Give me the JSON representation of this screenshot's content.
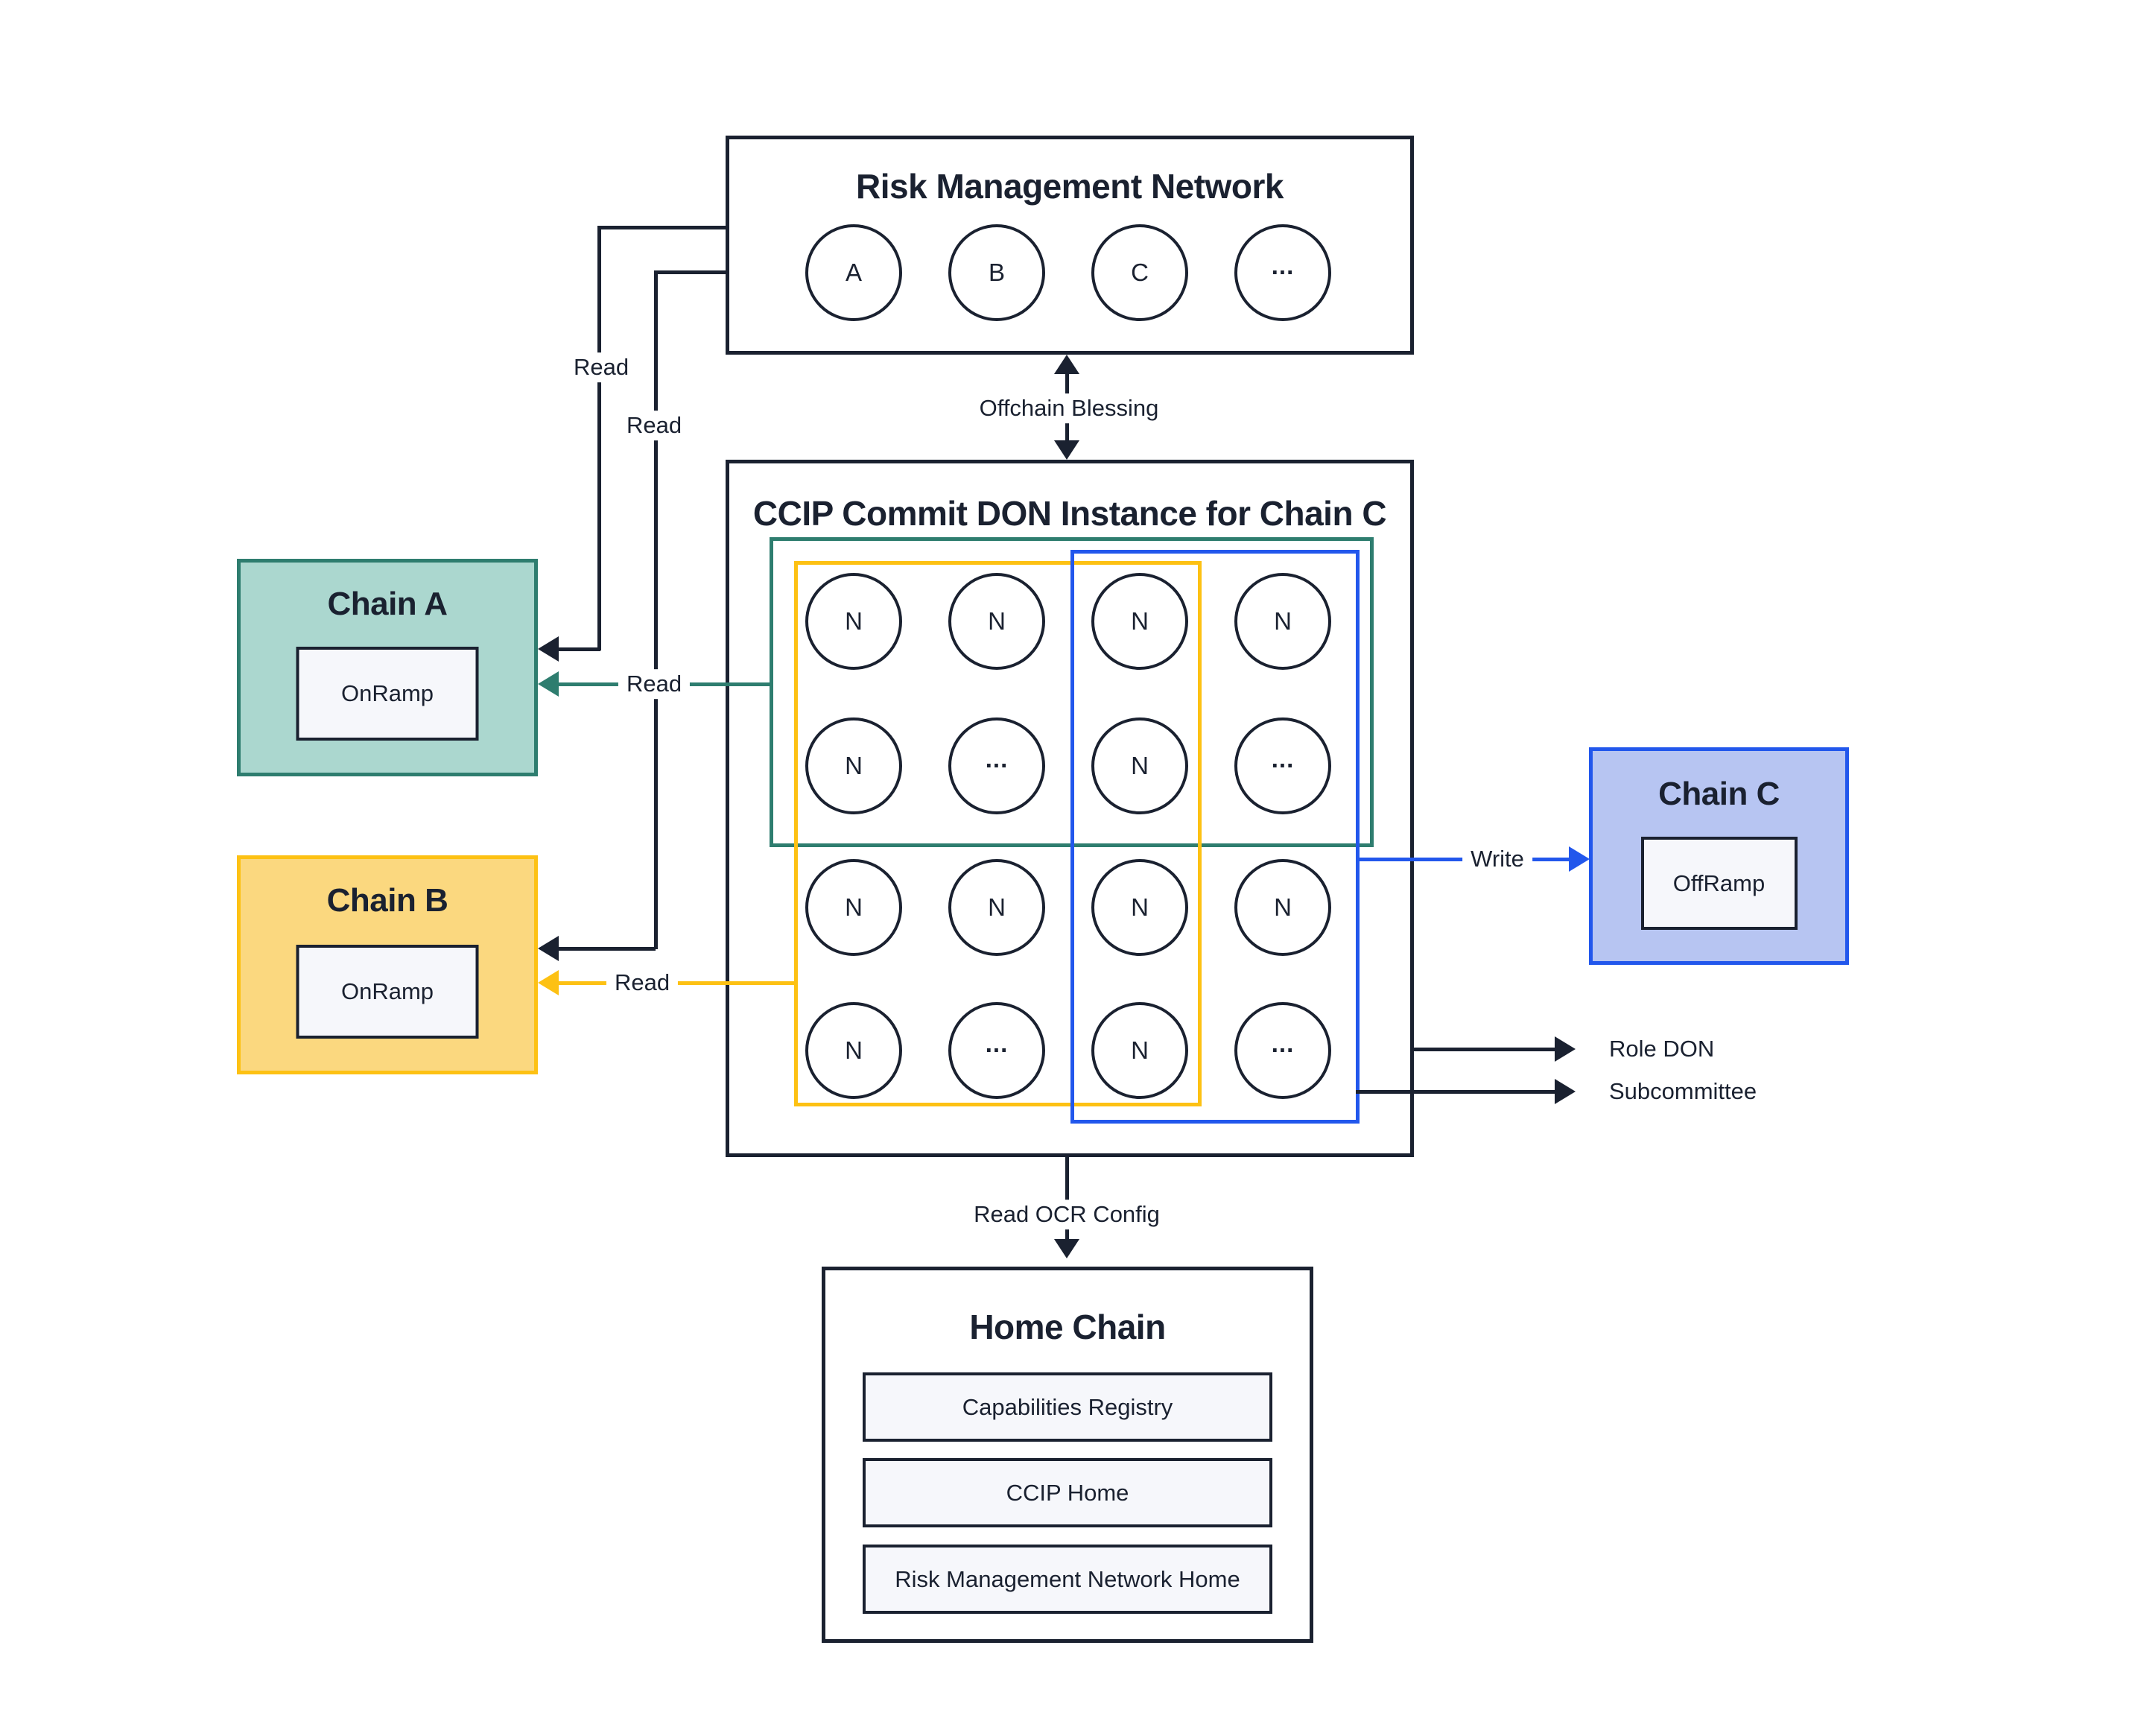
{
  "rmn": {
    "title": "Risk Management Network",
    "nodes": [
      "A",
      "B",
      "C",
      "..."
    ]
  },
  "ccip": {
    "title": "CCIP Commit DON Instance for Chain C",
    "grid": [
      "N",
      "N",
      "N",
      "N",
      "N",
      "...",
      "N",
      "...",
      "N",
      "N",
      "N",
      "N",
      "N",
      "...",
      "N",
      "..."
    ]
  },
  "chain_a": {
    "title": "Chain A",
    "contract": "OnRamp"
  },
  "chain_b": {
    "title": "Chain B",
    "contract": "OnRamp"
  },
  "chain_c": {
    "title": "Chain C",
    "contract": "OffRamp"
  },
  "home": {
    "title": "Home Chain",
    "contracts": [
      "Capabilities Registry",
      "CCIP Home",
      "Risk Management Network Home"
    ]
  },
  "labels": {
    "read_rmn_chain_a": "Read",
    "read_rmn_chain_b": "Read",
    "read_don_chain_a": "Read",
    "read_don_chain_b": "Read",
    "offchain_blessing": "Offchain Blessing",
    "write": "Write",
    "read_ocr_config": "Read OCR Config",
    "role_don": "Role DON",
    "subcommittee": "Subcommittee"
  },
  "colors": {
    "ink": "#1a2130",
    "teal_stroke": "#2e7d6f",
    "teal_fill": "#abd7cf",
    "yellow_stroke": "#fdc113",
    "yellow_fill": "#fbd87f",
    "blue_stroke": "#2257ec",
    "blue_fill": "#b7c5f2",
    "panel_fill": "#f6f7fb"
  }
}
